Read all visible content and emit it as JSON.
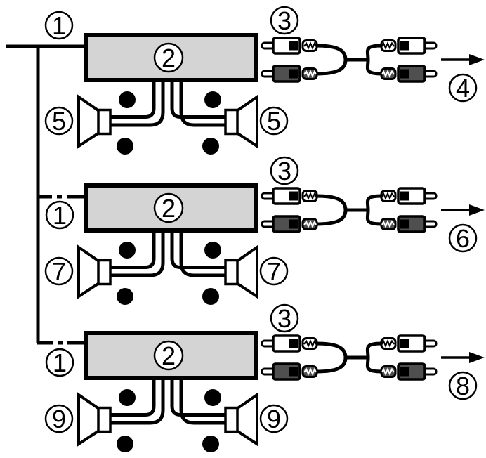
{
  "colors": {
    "unit_box_fill": "#d4d4d4",
    "plug_light_fill": "#ffffff",
    "plug_dark_fill": "#4f4f4f"
  },
  "icons": {
    "polarity_positive": "circled-plus",
    "polarity_negative": "circled-minus",
    "output_direction": "right-arrow"
  },
  "units": [
    {
      "source_label": "1",
      "amplifier_label": "2",
      "cable_label": "3",
      "output_label": "4",
      "speaker_left_label": "5",
      "speaker_right_label": "5"
    },
    {
      "source_label": "1",
      "amplifier_label": "2",
      "cable_label": "3",
      "output_label": "6",
      "speaker_left_label": "7",
      "speaker_right_label": "7"
    },
    {
      "source_label": "1",
      "amplifier_label": "2",
      "cable_label": "3",
      "output_label": "8",
      "speaker_left_label": "9",
      "speaker_right_label": "9"
    }
  ]
}
